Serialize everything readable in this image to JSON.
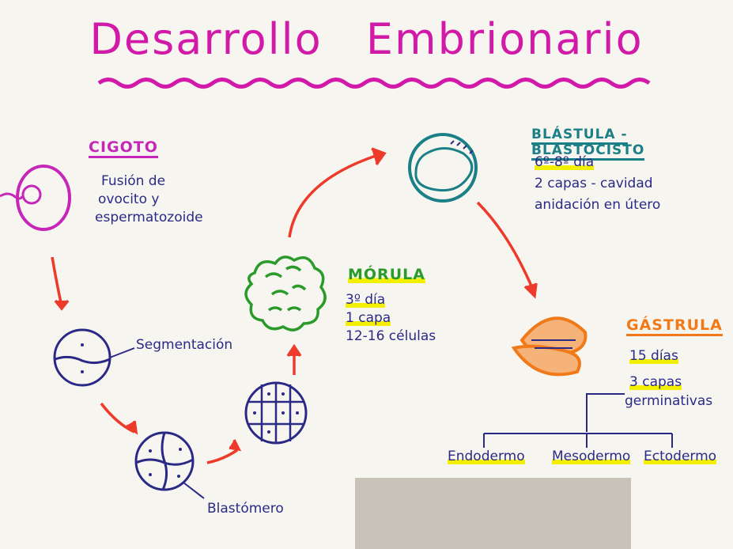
{
  "title": {
    "word1": "Desarrollo",
    "word2": "Embrionario"
  },
  "stages": {
    "cigoto": {
      "heading": "CIGOTO",
      "lines": [
        "Fusión de",
        "ovocito y",
        "espermatozoide"
      ]
    },
    "segmentacion": {
      "label": "Segmentación"
    },
    "blastomero": {
      "label": "Blastómero"
    },
    "morula": {
      "heading": "MÓRULA",
      "lines": [
        "3º día",
        "1 capa",
        "12-16 células"
      ]
    },
    "blastula": {
      "heading": "BLÁSTULA - BLASTOCISTO",
      "lines": [
        "6º-8º día",
        "2 capas - cavidad",
        "anidación en útero"
      ]
    },
    "gastrula": {
      "heading": "GÁSTRULA",
      "lines": [
        "15 días",
        "3 capas",
        "germinativas"
      ]
    }
  },
  "germ_layers": [
    "Endodermo",
    "Mesodermo",
    "Ectodermo"
  ],
  "colors": {
    "title": "#d21aa8",
    "ink": "#2a2a86",
    "cigoto": "#c528b8",
    "morula": "#2a9a2a",
    "blastula": "#1a7f86",
    "gastrula": "#f07a1a",
    "arrow": "#ee3a2a",
    "highlight": "#f2f000"
  }
}
